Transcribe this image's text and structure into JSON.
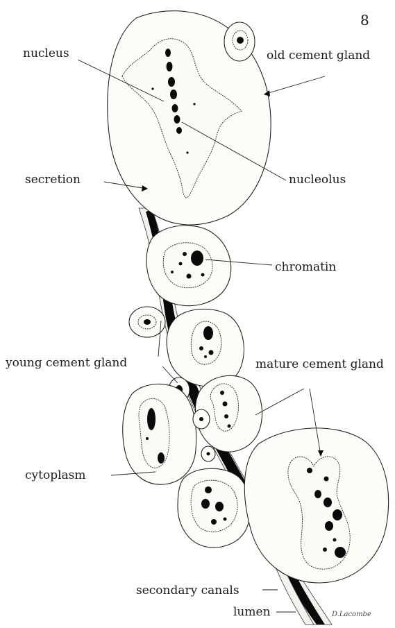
{
  "figure_number": "8",
  "labels": {
    "nucleus": "nucleus",
    "old_cement_gland": "old cement gland",
    "secretion": "secretion",
    "nucleolus": "nucleolus",
    "chromatin": "chromatin",
    "young_cement_gland": "young cement gland",
    "mature_cement_gland": "mature cement gland",
    "cytoplasm": "cytoplasm",
    "secondary_canals": "secondary canals",
    "lumen": "lumen"
  },
  "signature": "D.Lacombe"
}
